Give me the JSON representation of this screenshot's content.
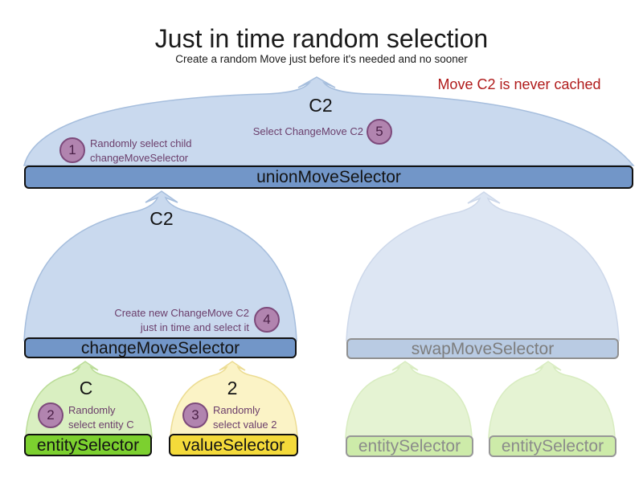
{
  "title": "Just in time random selection",
  "subtitle": "Create a random Move just before it's needed and no sooner",
  "note": "Move C2 is never cached",
  "selectors": {
    "union": {
      "label": "unionMoveSelector",
      "move": "C2"
    },
    "change": {
      "label": "changeMoveSelector",
      "move": "C2"
    },
    "swap": {
      "label": "swapMoveSelector"
    },
    "entity": {
      "label": "entitySelector",
      "move": "C"
    },
    "value": {
      "label": "valueSelector",
      "move": "2"
    },
    "entity_faded_1": {
      "label": "entitySelector"
    },
    "entity_faded_2": {
      "label": "entitySelector"
    }
  },
  "steps": {
    "s1": {
      "num": "1",
      "line1": "Randomly select child",
      "line2": "changeMoveSelector"
    },
    "s2": {
      "num": "2",
      "line1": "Randomly",
      "line2": "select entity C"
    },
    "s3": {
      "num": "3",
      "line1": "Randomly",
      "line2": "select value 2"
    },
    "s4": {
      "num": "4",
      "line1": "Create new ChangeMove C2",
      "line2": "just in time and select it"
    },
    "s5": {
      "num": "5",
      "line1": "Select ChangeMove C2"
    }
  },
  "colors": {
    "bar_blue": "#7296c8",
    "bar_swap": "#b9cbe3",
    "dome_blue": "#c9d9ee",
    "dome_blue_faded": "#dde6f3",
    "bar_green": "#7cd02f",
    "bar_yellow": "#f4da3a",
    "dome_green": "#d9efc1",
    "dome_yellow": "#fbf3c6",
    "circle_purple": "#b184af",
    "text_purple": "#6b3e6b",
    "note_red": "#b01b1b"
  }
}
